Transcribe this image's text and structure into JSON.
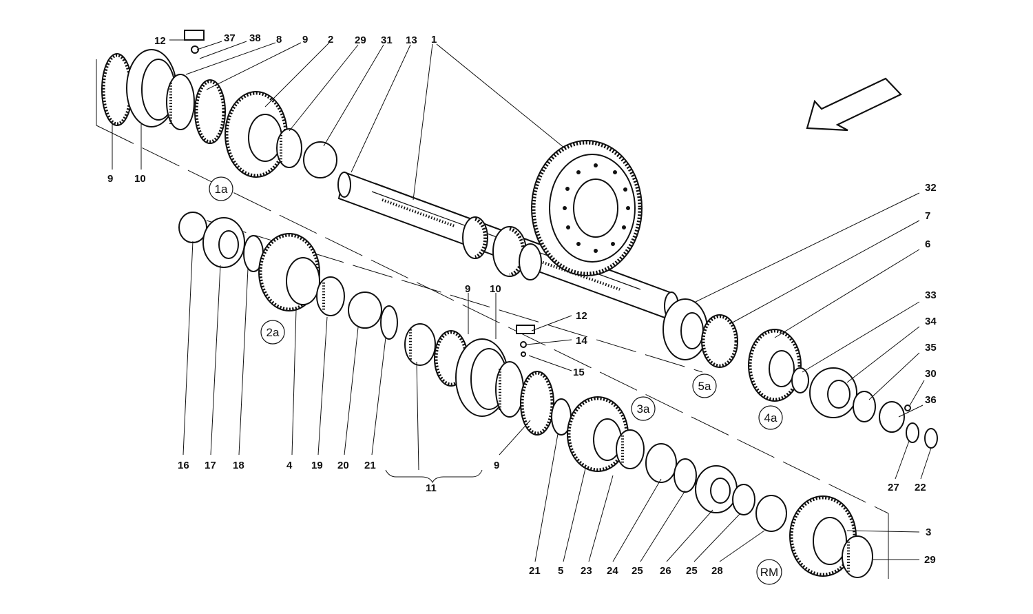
{
  "diagram": {
    "orientation_arrow": "direction-arrow-icon",
    "callouts": [
      "12",
      "37",
      "38",
      "8",
      "9",
      "2",
      "29",
      "31",
      "13",
      "1",
      "9",
      "10",
      "32",
      "7",
      "6",
      "33",
      "34",
      "35",
      "30",
      "36",
      "27",
      "22",
      "12",
      "14",
      "15",
      "10",
      "9",
      "16",
      "17",
      "18",
      "4",
      "19",
      "20",
      "21",
      "11",
      "9",
      "21",
      "5",
      "23",
      "24",
      "25",
      "26",
      "25",
      "28",
      "3",
      "29"
    ],
    "subassemblies": [
      "1a",
      "2a",
      "3a",
      "4a",
      "5a",
      "RM"
    ]
  }
}
